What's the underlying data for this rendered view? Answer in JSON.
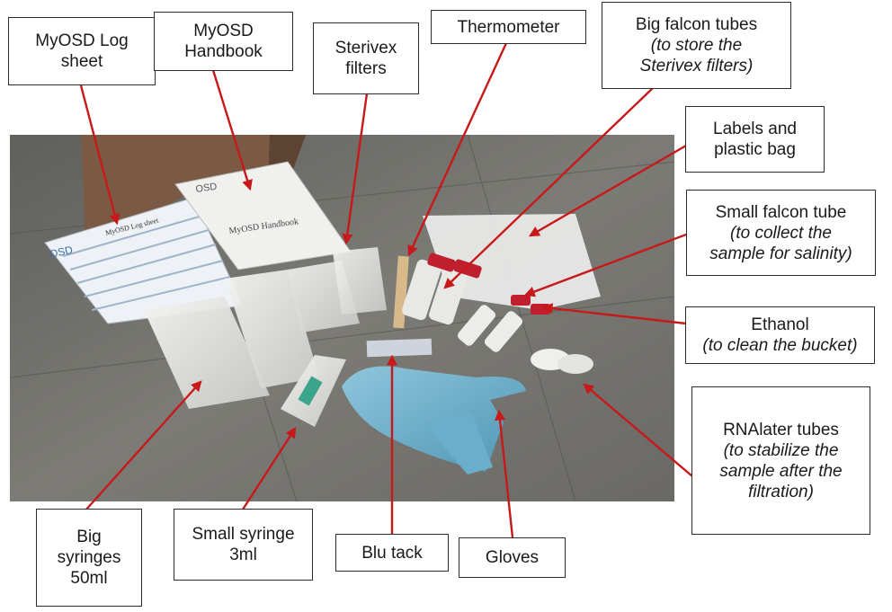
{
  "colors": {
    "arrow": "#c8191a",
    "floor": "#6e6e6a",
    "box": "#7a5a44"
  },
  "photo_text": {
    "logsheet_title": "MyOSD Log sheet",
    "logsheet_logo": "OSD",
    "handbook_title": "MyOSD Handbook",
    "handbook_logo": "OSD"
  },
  "labels": {
    "log_sheet": {
      "line1": "MyOSD Log",
      "line2": "sheet"
    },
    "handbook": {
      "line1": "MyOSD",
      "line2": "Handbook"
    },
    "sterivex": {
      "line1": "Sterivex",
      "line2": "filters"
    },
    "thermometer": {
      "line1": "Thermometer"
    },
    "big_falcon": {
      "line1": "Big falcon tubes",
      "line2": "(to store the",
      "line3": "Sterivex filters)"
    },
    "labels_bag": {
      "line1": "Labels and",
      "line2": "plastic bag"
    },
    "small_falcon": {
      "line1": "Small falcon tube",
      "line2": "(to collect the",
      "line3": "sample for salinity)"
    },
    "ethanol": {
      "line1": "Ethanol",
      "line2": "(to clean the bucket)"
    },
    "rnalater": {
      "line1": "RNAlater tubes",
      "line2": "(to stabilize the",
      "line3": "sample after the",
      "line4": "filtration)"
    },
    "big_syringes": {
      "line1": "Big",
      "line2": "syringes",
      "line3": "50ml"
    },
    "small_syringe": {
      "line1": "Small syringe",
      "line2": "3ml"
    },
    "blu_tack": {
      "line1": "Blu tack"
    },
    "gloves": {
      "line1": "Gloves"
    }
  }
}
